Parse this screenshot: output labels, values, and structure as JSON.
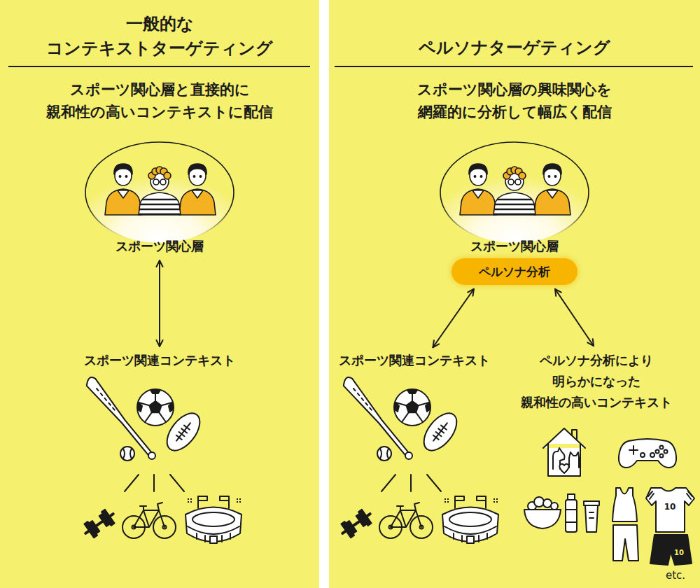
{
  "diagram": {
    "nodes": [
      {
        "text": [
          "一般的な コンテキストターゲティング",
          "スポーツ関心層と直接的に 親和性の高いコンテキストに配信"
        ]
      },
      {
        "text": [
          "スポーツ関心層"
        ],
        "in": 0
      },
      {
        "text": [
          "スポーツ関連コンテキスト"
        ],
        "in": 0
      },
      {
        "text": [
          "ペルソナターゲティング",
          "スポーツ関心層の興味関心を 網羅的に分析して幅広く配信"
        ]
      },
      {
        "text": [
          "スポーツ関心層"
        ],
        "in": 3
      },
      {
        "text": [
          "ペルソナ分析"
        ],
        "in": 3
      },
      {
        "text": [
          "スポーツ関連コンテキスト"
        ],
        "in": 3
      },
      {
        "text": [
          "ペルソナ分析により 明らかになった 親和性の高いコンテキスト"
        ],
        "in": 3
      }
    ],
    "edges": [
      {
        "from": 1,
        "to": 2,
        "arrow": "both"
      },
      {
        "from": 5,
        "to": 6,
        "arrow": "both"
      },
      {
        "from": 5,
        "to": 7,
        "arrow": "both"
      }
    ],
    "labels": [
      "10",
      "10",
      "etc."
    ]
  }
}
